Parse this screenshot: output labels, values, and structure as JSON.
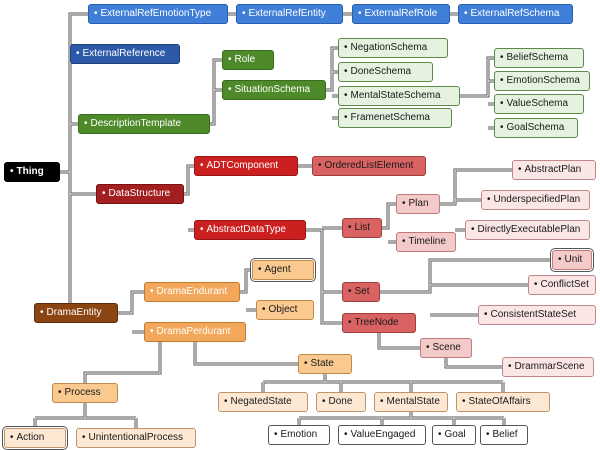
{
  "bullet": "•",
  "nodes": {
    "thing": "Thing",
    "external_ref_emotion_type": "ExternalRefEmotionType",
    "external_ref_entity": "ExternalRefEntity",
    "external_ref_role": "ExternalRefRole",
    "external_ref_schema": "ExternalRefSchema",
    "external_reference": "ExternalReference",
    "role": "Role",
    "situation_schema": "SituationSchema",
    "negation_schema": "NegationSchema",
    "done_schema": "DoneSchema",
    "mental_state_schema": "MentalStateSchema",
    "framenet_schema": "FramenetSchema",
    "belief_schema": "BeliefSchema",
    "emotion_schema": "EmotionSchema",
    "value_schema": "ValueSchema",
    "goal_schema": "GoalSchema",
    "description_template": "DescriptionTemplate",
    "data_structure": "DataStructure",
    "adt_component": "ADTComponent",
    "ordered_list_element": "OrderedListElement",
    "abstract_data_type": "AbstractDataType",
    "list": "List",
    "plan": "Plan",
    "timeline": "Timeline",
    "abstract_plan": "AbstractPlan",
    "underspecified_plan": "UnderspecifiedPlan",
    "directly_executable_plan": "DirectlyExecutablePlan",
    "set": "Set",
    "unit": "Unit",
    "conflict_set": "ConflictSet",
    "consistent_state_set": "ConsistentStateSet",
    "tree_node": "TreeNode",
    "scene": "Scene",
    "drammar_scene": "DrammarScene",
    "drama_entity": "DramaEntity",
    "drama_endurant": "DramaEndurant",
    "agent": "Agent",
    "object": "Object",
    "drama_perdurant": "DramaPerdurant",
    "state": "State",
    "negated_state": "NegatedState",
    "done": "Done",
    "mental_state": "MentalState",
    "state_of_affairs": "StateOfAffairs",
    "emotion": "Emotion",
    "value_engaged": "ValueEngaged",
    "goal": "Goal",
    "belief": "Belief",
    "process": "Process",
    "action": "Action",
    "unintentional_process": "UnintentionalProcess"
  }
}
